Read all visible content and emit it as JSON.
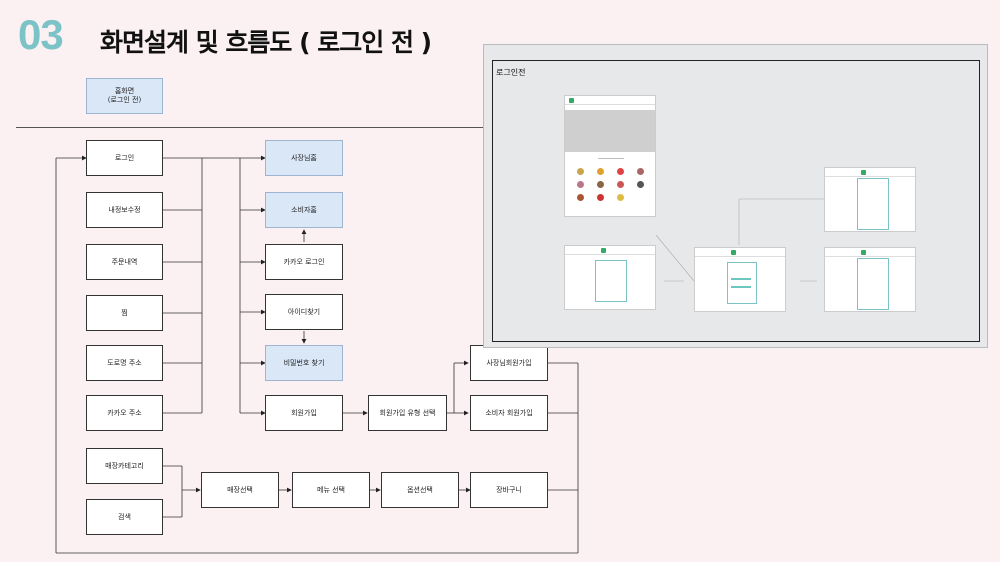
{
  "header": {
    "number": "03",
    "title": "화면설계 및 흐름도 ( 로그인 전 )"
  },
  "legend": {
    "home": "홈화면\n(로그인 전)"
  },
  "flow": {
    "left": [
      "로그인",
      "내정보수정",
      "주문내역",
      "찜",
      "도로명 주소",
      "카카오 주소"
    ],
    "mid": [
      "사장님홈",
      "소비자홈",
      "카카오 로그인",
      "아이디찾기",
      "비밀번호 찾기",
      "회원가입"
    ],
    "signup_type": "회원가입 유형 선택",
    "owner_signup": "사장님회원가입",
    "consumer_signup": "소비자 회원가입",
    "store_category": "매장카테고리",
    "search": "검색",
    "shopping": [
      "매장선택",
      "메뉴 선택",
      "옵션선택",
      "장바구니"
    ]
  },
  "screenshot": {
    "label": "로그인전"
  },
  "colors": {
    "accent": "#7cc3c8",
    "highlight": "#dae7f7",
    "background": "#fbf1f2"
  }
}
